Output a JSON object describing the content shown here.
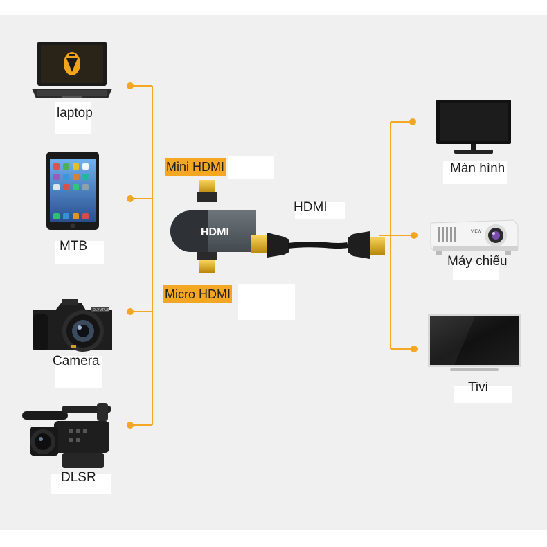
{
  "source_devices": [
    {
      "id": "laptop",
      "label": "laptop",
      "icon": "laptop-icon"
    },
    {
      "id": "tablet",
      "label": "MTB",
      "icon": "tablet-icon"
    },
    {
      "id": "camera",
      "label": "Camera",
      "icon": "camera-icon"
    },
    {
      "id": "camcorder",
      "label": "DLSR",
      "icon": "camcorder-icon"
    }
  ],
  "adapter": {
    "top_port": "Mini HDMI",
    "bottom_port": "Micro HDMI",
    "body_logo": "HDMI",
    "cable_label": "HDMI"
  },
  "target_devices": [
    {
      "id": "monitor",
      "label": "Màn hình",
      "icon": "monitor-icon"
    },
    {
      "id": "projector",
      "label": "Máy chiếu",
      "icon": "projector-icon"
    },
    {
      "id": "tv",
      "label": "Tivi",
      "icon": "tv-icon"
    }
  ],
  "colors": {
    "accent": "#f5a623",
    "background": "#f0f0f0",
    "adapter_body": "#5a6166",
    "gold": "#d9a520"
  }
}
